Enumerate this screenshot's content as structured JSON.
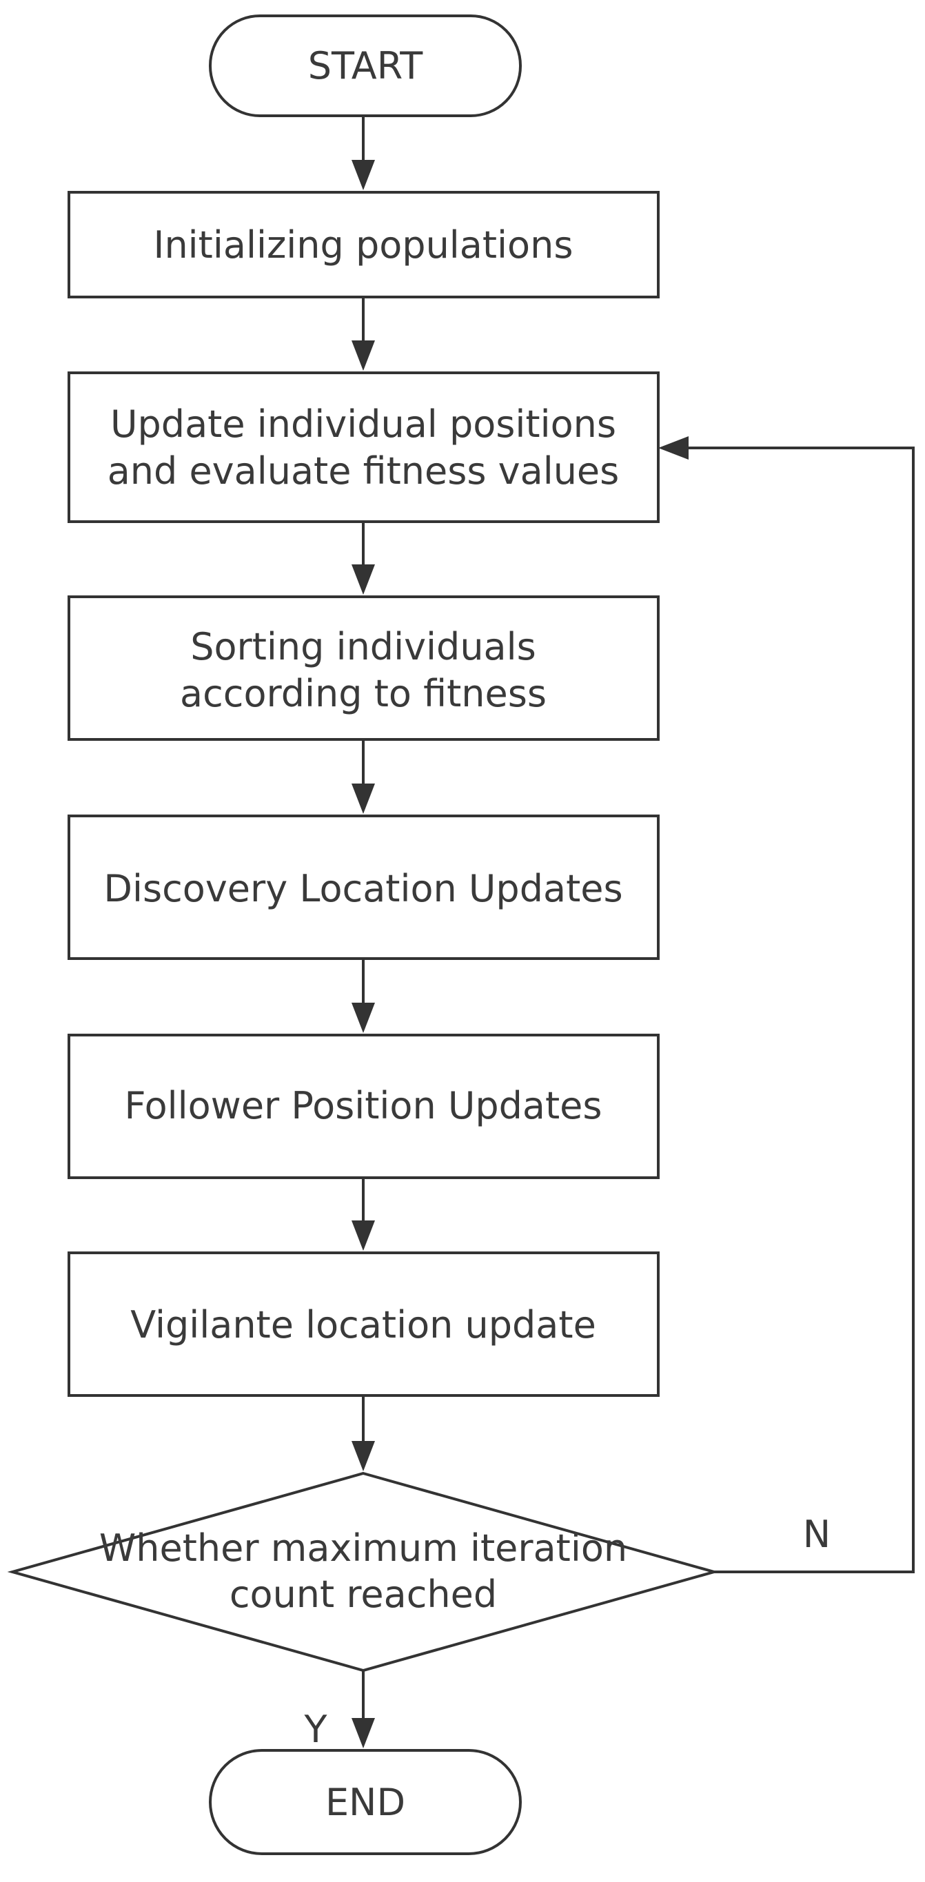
{
  "flowchart": {
    "start": "START",
    "steps": [
      [
        "Initializing populations"
      ],
      [
        "Update individual positions",
        "and evaluate fitness values"
      ],
      [
        "Sorting individuals",
        "according to fitness"
      ],
      [
        "Discovery Location Updates"
      ],
      [
        "Follower Position Updates"
      ],
      [
        "Vigilante location update"
      ]
    ],
    "decision": [
      "Whether maximum iteration",
      "count reached"
    ],
    "no_label": "N",
    "yes_label": "Y",
    "end": "END"
  }
}
